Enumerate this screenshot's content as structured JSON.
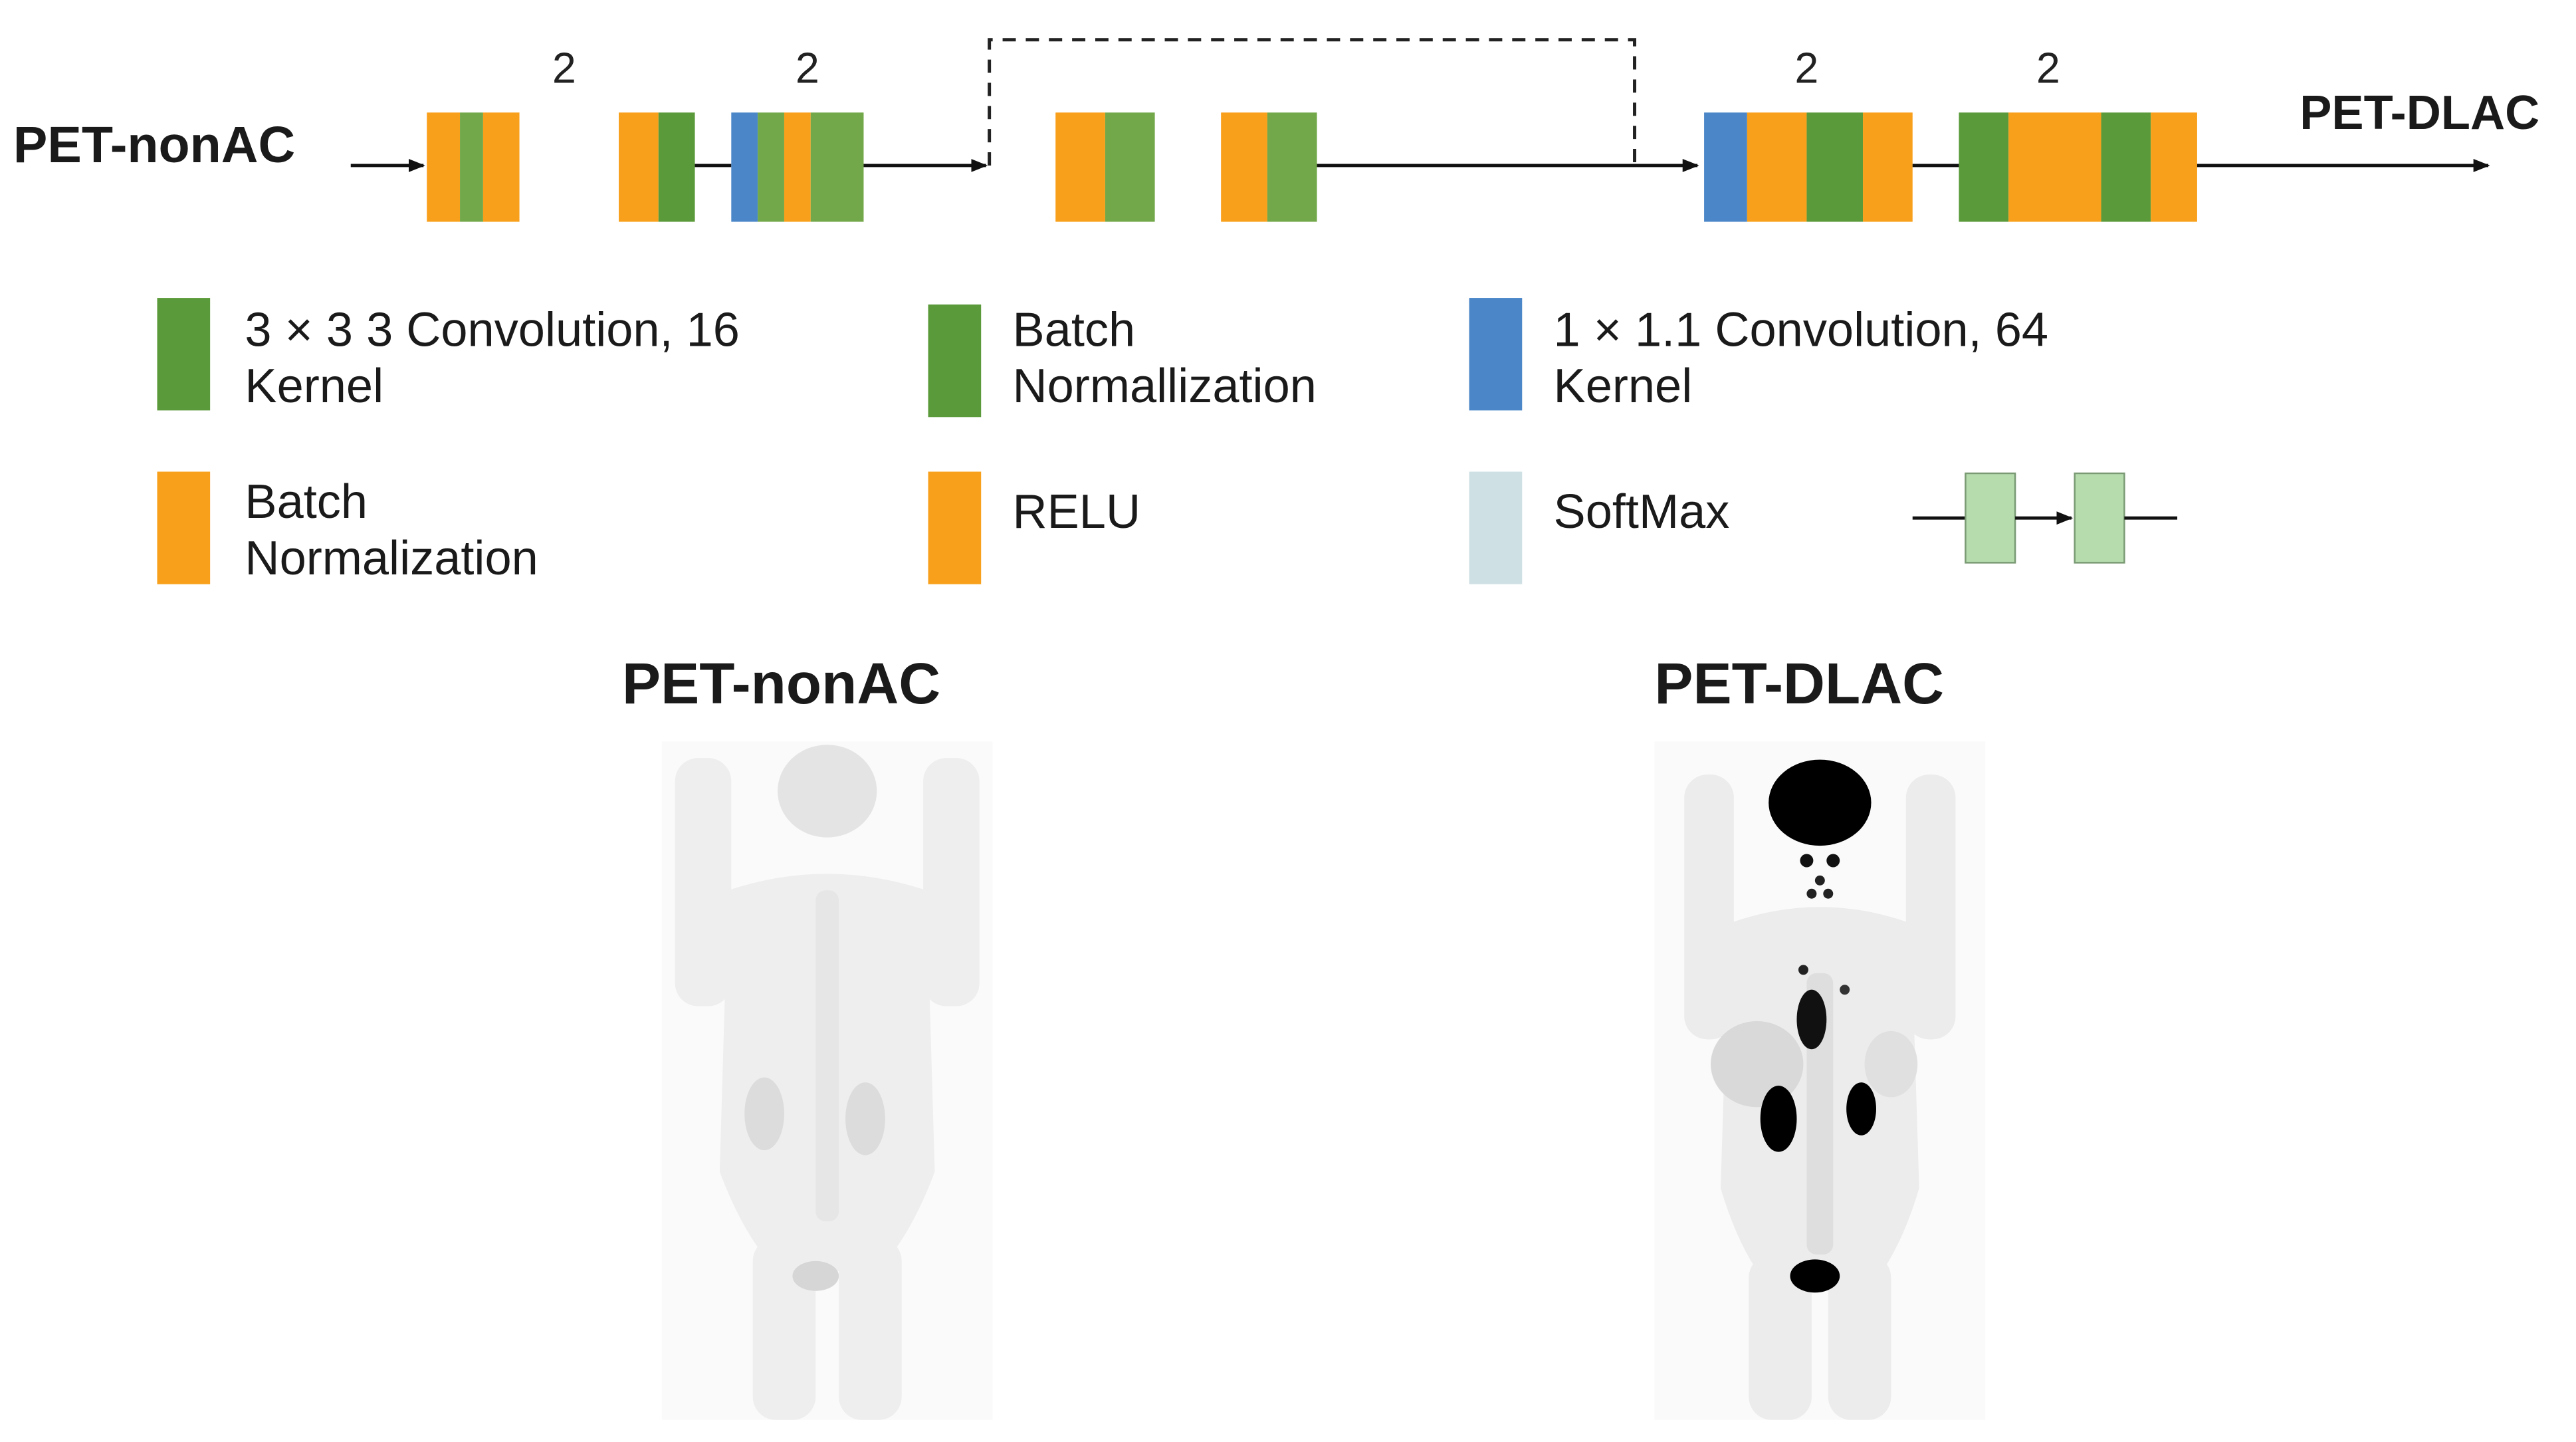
{
  "diagram": {
    "input_label": "PET-nonAC",
    "output_label": "PET-DLAC",
    "repeat_labels": [
      "2",
      "2",
      "2",
      "2"
    ]
  },
  "legend": [
    {
      "label": "3 × 3 3 Convolution, 16\nKernel",
      "color": "#5b9a3a",
      "icon": "green-swatch"
    },
    {
      "label": "Batch\nNormallization",
      "color": "#5b9a3a",
      "icon": "green-swatch"
    },
    {
      "label": "1 × 1.1 Convolution, 64\nKernel",
      "color": "#4a86c8",
      "icon": "blue-swatch"
    },
    {
      "label": "Batch\nNormalization",
      "color": "#f8a01b",
      "icon": "orange-swatch"
    },
    {
      "label": "RELU",
      "color": "#f8a01b",
      "icon": "orange-swatch"
    },
    {
      "label": "SoftMax",
      "color": "#cfe0e4",
      "icon": "lightblue-swatch"
    }
  ],
  "images": {
    "left_title": "PET-nonAC",
    "right_title": "PET-DLAC"
  },
  "colors": {
    "green": "#5b9a3a",
    "light_green": "#73a84a",
    "orange": "#f8a01b",
    "blue": "#4a86c8",
    "softmax": "#cfe0e4",
    "softmax_block": "#b6dcae"
  }
}
